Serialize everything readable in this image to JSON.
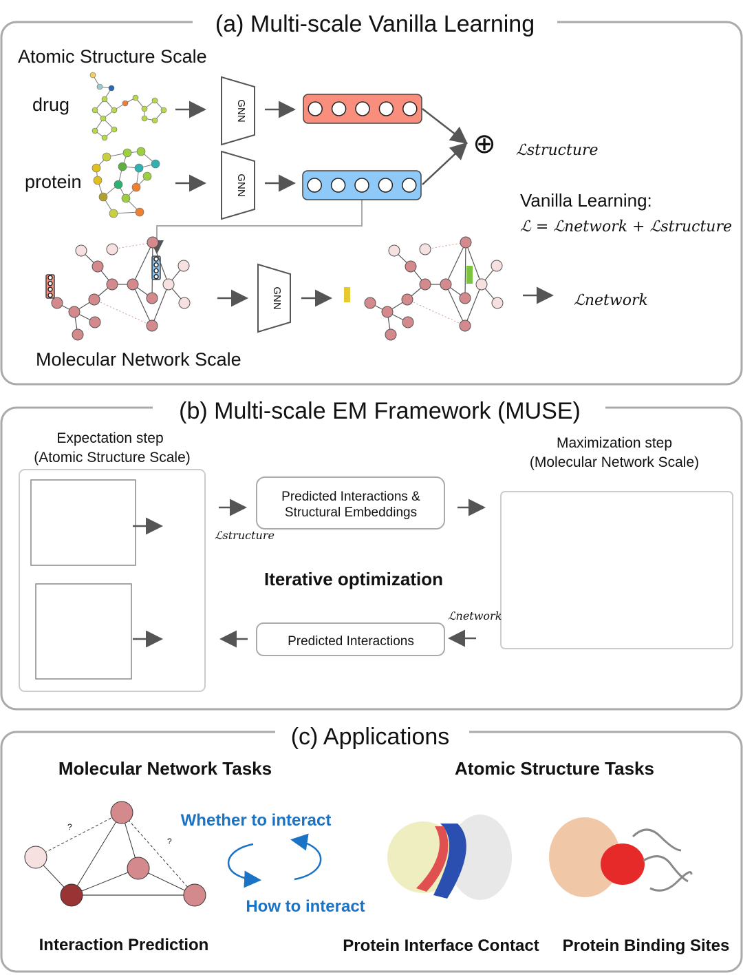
{
  "panel_a": {
    "title": "(a) Multi-scale Vanilla Learning",
    "atomic_label": "Atomic Structure Scale",
    "drug_label": "drug",
    "protein_label": "protein",
    "gnn": "GNN",
    "oplus": "⊕",
    "loss_structure": "ℒstructure",
    "vanilla_title": "Vanilla Learning:",
    "vanilla_eq": "ℒ = ℒnetwork + ℒstructure",
    "loss_network": "ℒnetwork",
    "network_label": "Molecular Network Scale"
  },
  "panel_b": {
    "title": "(b) Multi-scale EM Framework (MUSE)",
    "e_step_1": "Expectation step",
    "e_step_2": "(Atomic Structure Scale)",
    "m_step_1": "Maximization step",
    "m_step_2": "(Molecular Network Scale)",
    "box_top_1": "Predicted Interactions &",
    "box_top_2": "Structural Embeddings",
    "box_bottom": "Predicted Interactions",
    "iterative": "Iterative optimization",
    "loss_structure": "ℒstructure",
    "loss_network": "ℒnetwork"
  },
  "panel_c": {
    "title": "(c) Applications",
    "network_tasks": "Molecular Network Tasks",
    "atomic_tasks": "Atomic Structure Tasks",
    "whether": "Whether to interact",
    "how": "How to interact",
    "question": "?",
    "interaction_prediction": "Interaction Prediction",
    "interface_contact": "Protein Interface Contact",
    "binding_sites": "Protein Binding Sites"
  },
  "colors": {
    "drug_vector": "#f98e7c",
    "protein_vector": "#8ec9f7",
    "node": "#d48a8c",
    "node_light": "#f6e0e0",
    "accent_blue": "#1a73c4",
    "frame": "#aaaaaa"
  }
}
